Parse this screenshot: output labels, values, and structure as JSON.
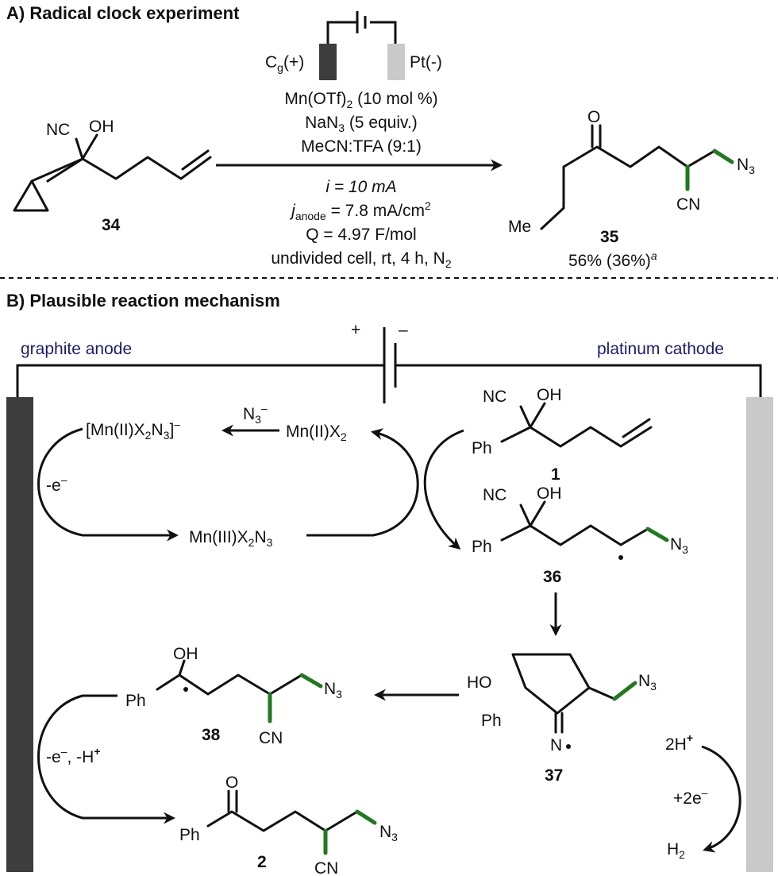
{
  "section_a": {
    "title": "A) Radical clock experiment",
    "anode_label": "C",
    "anode_sub": "g",
    "anode_sign": "(+)",
    "cathode_label": "Pt(-)",
    "conditions": {
      "catalyst": "Mn(OTf)",
      "catalyst_sub": "2",
      "catalyst_tail": " (10 mol %)",
      "azide": "NaN",
      "azide_sub": "3",
      "azide_tail": " (5 equiv.)",
      "solvent": "MeCN:TFA (9:1)",
      "current": "i = 10 mA",
      "density_j": "j",
      "density_sub": "anode",
      "density_tail": " = 7.8 mA/cm",
      "density_sup": "2",
      "charge": "Q = 4.97 F/mol",
      "cell": "undivided cell, rt, 4 h, N",
      "cell_sub": "2"
    },
    "sm": {
      "nc": "NC",
      "oh": "OH",
      "number": "34"
    },
    "product": {
      "o": "O",
      "me": "Me",
      "n3": "N",
      "n3_sub": "3",
      "cn": "CN",
      "number": "35",
      "yield": "56% (36%)",
      "yield_sup": "a"
    }
  },
  "section_b": {
    "title": "B) Plausible reaction mechanism",
    "anode_label": "graphite anode",
    "cathode_label": "platinum cathode",
    "plus": "+",
    "minus": "–",
    "mn_complex": "[Mn(II)X",
    "mn_complex_sub1": "2",
    "mn_complex_mid": "N",
    "mn_complex_sub2": "3",
    "mn_complex_close": "]",
    "mn_complex_sup": "–",
    "azide_ion": "N",
    "azide_ion_sub": "3",
    "azide_ion_sup": "–",
    "mn2": "Mn(II)X",
    "mn2_sub": "2",
    "mn3": "Mn(III)X",
    "mn3_sub": "2",
    "mn3_mid": "N",
    "mn3_sub2": "3",
    "oxidation": "-e",
    "oxidation_sup": "–",
    "oxidation2": "-e",
    "oxidation2_sup": "–",
    "oxidation2_tail": ", -H",
    "oxidation2_sup2": "+",
    "proton": "2H",
    "proton_sup": "+",
    "reduction": "+2e",
    "reduction_sup": "–",
    "hydrogen": "H",
    "hydrogen_sub": "2",
    "cmpd1": {
      "nc": "NC",
      "oh": "OH",
      "ph": "Ph",
      "number": "1"
    },
    "cmpd36": {
      "nc": "NC",
      "oh": "OH",
      "ph": "Ph",
      "n3": "N",
      "n3_sub": "3",
      "number": "36"
    },
    "cmpd37": {
      "ho": "HO",
      "ph": "Ph",
      "n": "N",
      "n3": "N",
      "n3_sub": "3",
      "number": "37"
    },
    "cmpd38": {
      "oh": "OH",
      "ph": "Ph",
      "n3": "N",
      "n3_sub": "3",
      "cn": "CN",
      "number": "38"
    },
    "cmpd2": {
      "o": "O",
      "ph": "Ph",
      "n3": "N",
      "n3_sub": "3",
      "cn": "CN",
      "number": "2"
    }
  },
  "colors": {
    "azide_bond": "#1f7a1f",
    "anode_bar": "#3d3d3d",
    "cathode_bar": "#c9c9c9",
    "electrode_label": "#1c1c6e"
  }
}
